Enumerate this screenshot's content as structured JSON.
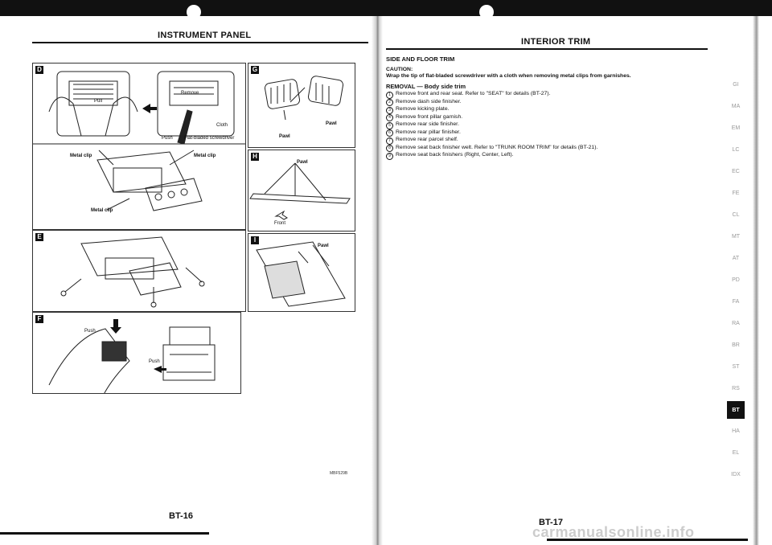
{
  "left_page": {
    "header": "INSTRUMENT PANEL",
    "page_number": "BT-16",
    "figure_code": "MBF529B",
    "figures": [
      {
        "letter": "D",
        "callouts": [
          "Pull",
          "Remove",
          "Cloth",
          "Push",
          "Flat-bladed screwdriver",
          "Metal clip",
          "Metal clip",
          "Metal clip"
        ]
      },
      {
        "letter": "E",
        "callouts": []
      },
      {
        "letter": "F",
        "callouts": [
          "Push",
          "Push"
        ]
      },
      {
        "letter": "G",
        "callouts": [
          "Pawl",
          "Pawl"
        ]
      },
      {
        "letter": "H",
        "callouts": [
          "Pawl",
          "Front"
        ]
      },
      {
        "letter": "I",
        "callouts": [
          "Pawl"
        ]
      }
    ]
  },
  "right_page": {
    "header": "INTERIOR TRIM",
    "page_number": "BT-17",
    "section_title": "SIDE AND FLOOR TRIM",
    "caution_heading": "CAUTION:",
    "caution_text": "Wrap the tip of flat-bladed screwdriver with a cloth when removing metal clips from garnishes.",
    "removal_heading": "REMOVAL — Body side trim",
    "steps": [
      {
        "num": "1",
        "text": "Remove front and rear seat. Refer to \"SEAT\" for details (BT-27)."
      },
      {
        "num": "2",
        "text": "Remove dash side finisher."
      },
      {
        "num": "3",
        "text": "Remove kicking plate."
      },
      {
        "num": "4",
        "text": "Remove front pillar garnish."
      },
      {
        "num": "5",
        "text": "Remove rear side finisher."
      },
      {
        "num": "6",
        "text": "Remove rear pillar finisher."
      },
      {
        "num": "7",
        "text": "Remove rear parcel shelf."
      },
      {
        "num": "8",
        "text": "Remove seat back finisher welt. Refer to \"TRUNK ROOM TRIM\" for details (BT-21)."
      },
      {
        "num": "9",
        "text": "Remove seat back finishers (Right, Center, Left)."
      }
    ],
    "side_tabs": [
      "GI",
      "MA",
      "EM",
      "LC",
      "EC",
      "FE",
      "CL",
      "MT",
      "AT",
      "PD",
      "FA",
      "RA",
      "BR",
      "ST",
      "RS",
      "BT",
      "HA",
      "EL",
      "IDX"
    ],
    "active_tab": "BT"
  },
  "watermark": "carmanualsonline.info"
}
